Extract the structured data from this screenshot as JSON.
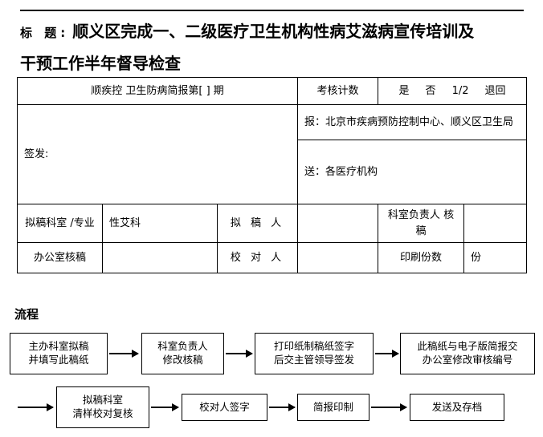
{
  "document": {
    "title_label": "标 题:",
    "title_line1": "顺义区完成一、二级医疗卫生机构性病艾滋病宣传培训及",
    "title_line2": "干预工作半年督导检查"
  },
  "form": {
    "row_header": {
      "bulletin_label": "顺疾控  卫生防病简报第[    ]   期",
      "assessment_label": "考核计数",
      "options_yes": "是",
      "options_no": "否",
      "options_half": "1/2",
      "options_return": "退回"
    },
    "row_issue": {
      "issuer_label": "签发:",
      "issuer_value": "",
      "report_to": "报：北京市疾病预防控制中心、顺义区卫生局",
      "send_to": "送：各医疗机构"
    },
    "row_draft": {
      "dept_label": "拟稿科室",
      "dept_label2": "/专业",
      "dept_value": "性艾科",
      "drafter_label": "拟 稿 人",
      "drafter_value": "",
      "dept_head_label": "科室负责人",
      "dept_head_label2": "核稿",
      "dept_head_value": ""
    },
    "row_office": {
      "office_review_label": "办公室核稿",
      "office_review_value": "",
      "proofreader_label": "校 对 人",
      "proofreader_value": "",
      "print_count_label": "印刷份数",
      "print_count_unit": "份"
    }
  },
  "flow": {
    "heading": "流程",
    "steps": [
      {
        "line1": "主办科室拟稿",
        "line2": "并填写此稿纸"
      },
      {
        "line1": "科室负责人",
        "line2": "修改核稿"
      },
      {
        "line1": "打印纸制稿纸签字",
        "line2": "后交主管领导签发"
      },
      {
        "line1": "此稿纸与电子版简报交",
        "line2": "办公室修改审核编号"
      },
      {
        "line1": "拟稿科室",
        "line2": "清样校对复核"
      },
      {
        "line1": "校对人签字",
        "line2": ""
      },
      {
        "line1": "简报印制",
        "line2": ""
      },
      {
        "line1": "发送及存档",
        "line2": ""
      }
    ]
  },
  "colors": {
    "ink": "#000000",
    "paper": "#ffffff"
  }
}
